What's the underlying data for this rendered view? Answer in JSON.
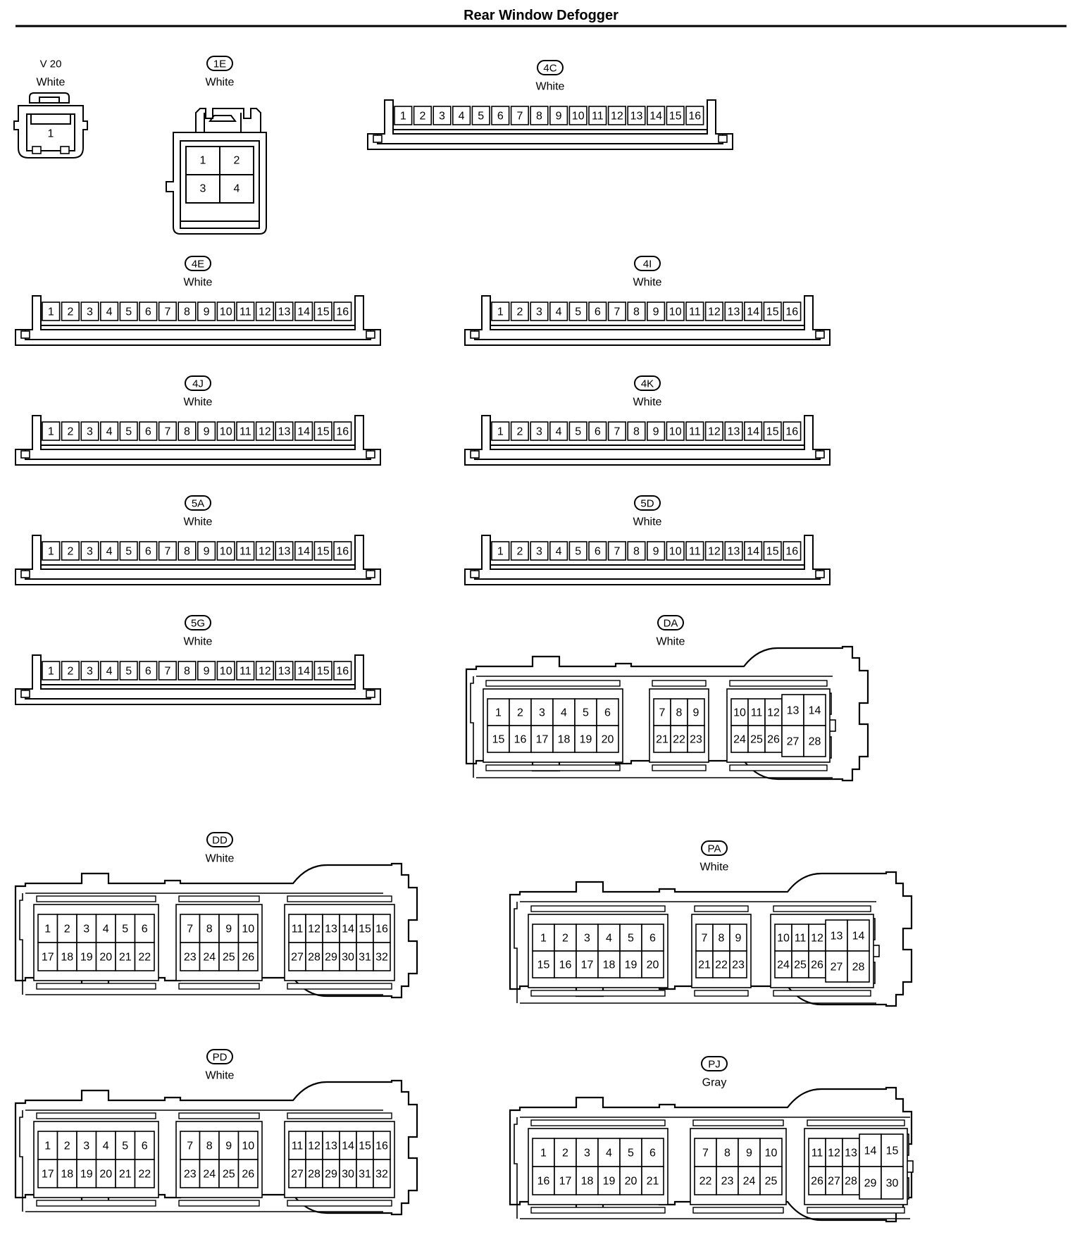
{
  "title": "Rear Window Defogger",
  "connectors": [
    {
      "id": "V 20",
      "color": "White",
      "kind": "single",
      "pins": [
        "1"
      ]
    },
    {
      "id": "1E",
      "color": "White",
      "kind": "quad",
      "pins": [
        "1",
        "2",
        "3",
        "4"
      ]
    },
    {
      "id": "4C",
      "color": "White",
      "kind": "strip16",
      "pins": [
        "1",
        "2",
        "3",
        "4",
        "5",
        "6",
        "7",
        "8",
        "9",
        "10",
        "11",
        "12",
        "13",
        "14",
        "15",
        "16"
      ]
    },
    {
      "id": "4E",
      "color": "White",
      "kind": "strip16",
      "pins": [
        "1",
        "2",
        "3",
        "4",
        "5",
        "6",
        "7",
        "8",
        "9",
        "10",
        "11",
        "12",
        "13",
        "14",
        "15",
        "16"
      ]
    },
    {
      "id": "4I",
      "color": "White",
      "kind": "strip16",
      "pins": [
        "1",
        "2",
        "3",
        "4",
        "5",
        "6",
        "7",
        "8",
        "9",
        "10",
        "11",
        "12",
        "13",
        "14",
        "15",
        "16"
      ]
    },
    {
      "id": "4J",
      "color": "White",
      "kind": "strip16",
      "pins": [
        "1",
        "2",
        "3",
        "4",
        "5",
        "6",
        "7",
        "8",
        "9",
        "10",
        "11",
        "12",
        "13",
        "14",
        "15",
        "16"
      ]
    },
    {
      "id": "4K",
      "color": "White",
      "kind": "strip16",
      "pins": [
        "1",
        "2",
        "3",
        "4",
        "5",
        "6",
        "7",
        "8",
        "9",
        "10",
        "11",
        "12",
        "13",
        "14",
        "15",
        "16"
      ]
    },
    {
      "id": "5A",
      "color": "White",
      "kind": "strip16",
      "pins": [
        "1",
        "2",
        "3",
        "4",
        "5",
        "6",
        "7",
        "8",
        "9",
        "10",
        "11",
        "12",
        "13",
        "14",
        "15",
        "16"
      ]
    },
    {
      "id": "5D",
      "color": "White",
      "kind": "strip16",
      "pins": [
        "1",
        "2",
        "3",
        "4",
        "5",
        "6",
        "7",
        "8",
        "9",
        "10",
        "11",
        "12",
        "13",
        "14",
        "15",
        "16"
      ]
    },
    {
      "id": "5G",
      "color": "White",
      "kind": "strip16",
      "pins": [
        "1",
        "2",
        "3",
        "4",
        "5",
        "6",
        "7",
        "8",
        "9",
        "10",
        "11",
        "12",
        "13",
        "14",
        "15",
        "16"
      ]
    },
    {
      "id": "DA",
      "color": "White",
      "kind": "block28",
      "groups": [
        {
          "rows": [
            [
              "1",
              "2",
              "3",
              "4",
              "5",
              "6"
            ],
            [
              "15",
              "16",
              "17",
              "18",
              "19",
              "20"
            ]
          ]
        },
        {
          "rows": [
            [
              "7",
              "8",
              "9"
            ],
            [
              "21",
              "22",
              "23"
            ]
          ]
        },
        {
          "rows": [
            [
              "10",
              "11",
              "12"
            ],
            [
              "24",
              "25",
              "26"
            ]
          ],
          "tall": [
            "13",
            "14"
          ],
          "tall2": [
            "27",
            "28"
          ]
        }
      ]
    },
    {
      "id": "DD",
      "color": "White",
      "kind": "block32",
      "groups": [
        {
          "rows": [
            [
              "1",
              "2",
              "3",
              "4",
              "5",
              "6"
            ],
            [
              "17",
              "18",
              "19",
              "20",
              "21",
              "22"
            ]
          ]
        },
        {
          "rows": [
            [
              "7",
              "8",
              "9",
              "10"
            ],
            [
              "23",
              "24",
              "25",
              "26"
            ]
          ]
        },
        {
          "rows": [
            [
              "11",
              "12",
              "13",
              "14",
              "15",
              "16"
            ],
            [
              "27",
              "28",
              "29",
              "30",
              "31",
              "32"
            ]
          ]
        }
      ]
    },
    {
      "id": "PA",
      "color": "White",
      "kind": "block28",
      "groups": [
        {
          "rows": [
            [
              "1",
              "2",
              "3",
              "4",
              "5",
              "6"
            ],
            [
              "15",
              "16",
              "17",
              "18",
              "19",
              "20"
            ]
          ]
        },
        {
          "rows": [
            [
              "7",
              "8",
              "9"
            ],
            [
              "21",
              "22",
              "23"
            ]
          ]
        },
        {
          "rows": [
            [
              "10",
              "11",
              "12"
            ],
            [
              "24",
              "25",
              "26"
            ]
          ],
          "tall": [
            "13",
            "14"
          ],
          "tall2": [
            "27",
            "28"
          ]
        }
      ]
    },
    {
      "id": "PD",
      "color": "White",
      "kind": "block32",
      "groups": [
        {
          "rows": [
            [
              "1",
              "2",
              "3",
              "4",
              "5",
              "6"
            ],
            [
              "17",
              "18",
              "19",
              "20",
              "21",
              "22"
            ]
          ]
        },
        {
          "rows": [
            [
              "7",
              "8",
              "9",
              "10"
            ],
            [
              "23",
              "24",
              "25",
              "26"
            ]
          ]
        },
        {
          "rows": [
            [
              "11",
              "12",
              "13",
              "14",
              "15",
              "16"
            ],
            [
              "27",
              "28",
              "29",
              "30",
              "31",
              "32"
            ]
          ]
        }
      ]
    },
    {
      "id": "PJ",
      "color": "Gray",
      "kind": "block30",
      "groups": [
        {
          "rows": [
            [
              "1",
              "2",
              "3",
              "4",
              "5",
              "6"
            ],
            [
              "16",
              "17",
              "18",
              "19",
              "20",
              "21"
            ]
          ]
        },
        {
          "rows": [
            [
              "7",
              "8",
              "9",
              "10"
            ],
            [
              "22",
              "23",
              "24",
              "25"
            ]
          ]
        },
        {
          "rows": [
            [
              "11",
              "12",
              "13"
            ],
            [
              "26",
              "27",
              "28"
            ]
          ],
          "tall": [
            "14",
            "15"
          ],
          "tall2": [
            "29",
            "30"
          ]
        }
      ]
    }
  ]
}
